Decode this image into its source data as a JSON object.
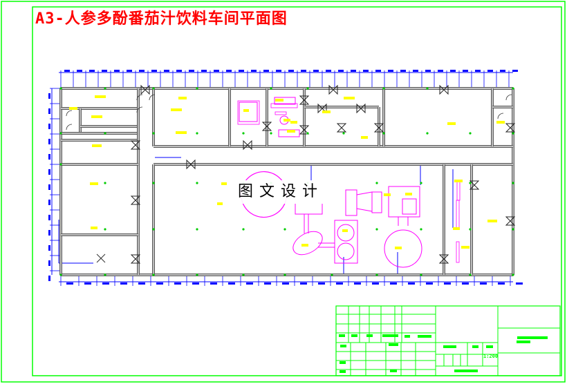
{
  "drawing": {
    "title": "A3-人参多酚番茄汁饮料车间平面图",
    "watermark": "图文设计",
    "title_block": {
      "scale": "1:200"
    }
  },
  "colors": {
    "frame": "#00ff00",
    "title": "#ff0000",
    "walls": "#5a5a5a",
    "dimensions": "#0000ff",
    "equipment": "#ff00ff",
    "room_labels": "#ffff00",
    "axis_points": "#00cc00"
  }
}
